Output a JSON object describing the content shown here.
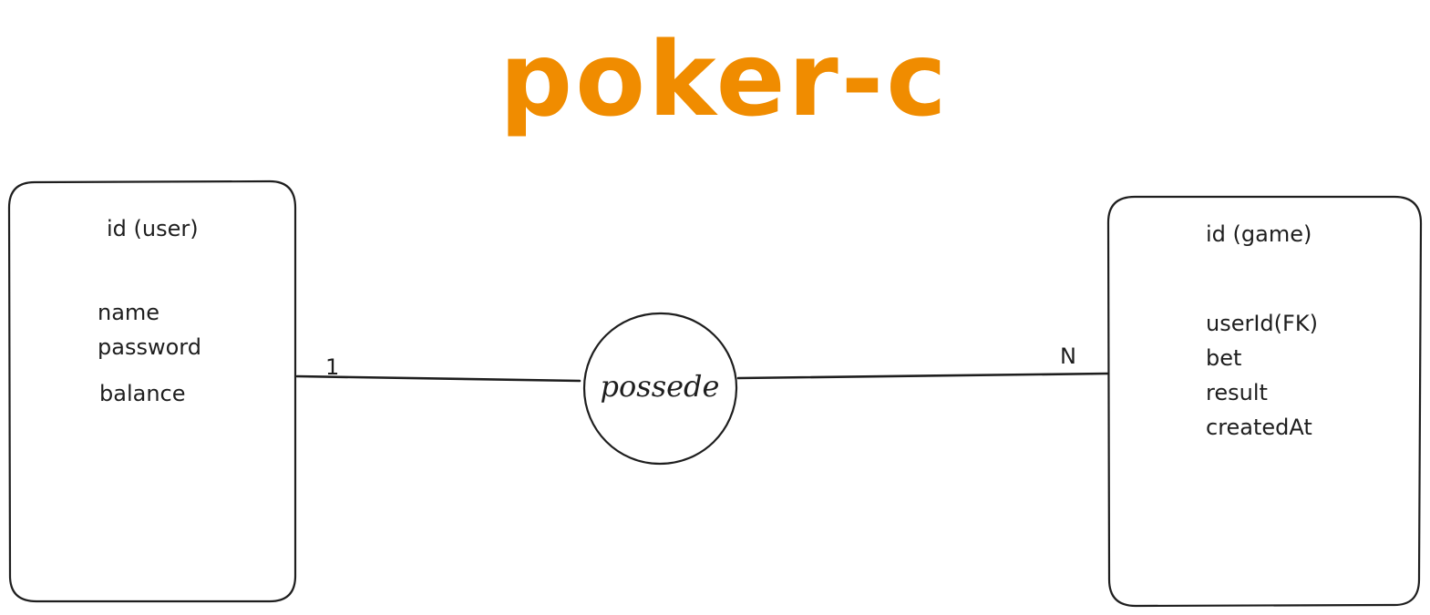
{
  "title": "poker-c",
  "colors": {
    "title": "#f08c00",
    "stroke": "#1e1e1e"
  },
  "user_entity": {
    "primary_key": "id (user)",
    "attributes": [
      "name",
      "password",
      "balance"
    ]
  },
  "game_entity": {
    "primary_key": "id (game)",
    "attributes": [
      "userId(FK)",
      "bet",
      "result",
      "createdAt"
    ]
  },
  "relationship": {
    "label": "possede",
    "cardinality_left": "1",
    "cardinality_right": "N"
  }
}
